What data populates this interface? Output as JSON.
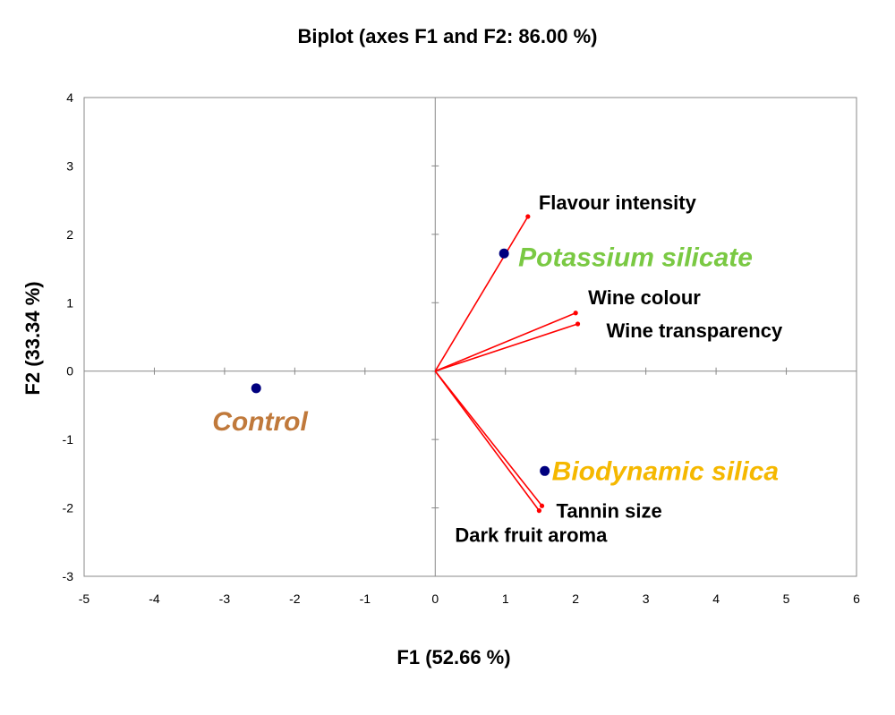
{
  "chart_data": {
    "type": "scatter",
    "subtype": "biplot",
    "title": "Biplot (axes F1 and F2: 86.00 %)",
    "xlabel": "F1 (52.66 %)",
    "ylabel": "F2 (33.34 %)",
    "xlim": [
      -5,
      6
    ],
    "ylim": [
      -3,
      4
    ],
    "xticks": [
      "-5",
      "-4",
      "-3",
      "-2",
      "-1",
      "0",
      "1",
      "2",
      "3",
      "4",
      "5",
      "6"
    ],
    "yticks": [
      "-3",
      "-2",
      "-1",
      "0",
      "1",
      "2",
      "3",
      "4"
    ],
    "grid": false,
    "legend": "none",
    "vector_color": "#ff0000",
    "point_color": "#00007f",
    "variables": [
      {
        "name": "Flavour intensity",
        "x": 1.32,
        "y": 2.26
      },
      {
        "name": "Wine colour",
        "x": 2.0,
        "y": 0.85
      },
      {
        "name": "Wine transparency",
        "x": 2.03,
        "y": 0.69
      },
      {
        "name": "Tannin size",
        "x": 1.52,
        "y": -1.97
      },
      {
        "name": "Dark fruit aroma",
        "x": 1.48,
        "y": -2.04
      }
    ],
    "observations": [
      {
        "name": "Potassium silicate",
        "x": 0.98,
        "y": 1.72,
        "color": "#7ac943"
      },
      {
        "name": "Control",
        "x": -2.55,
        "y": -0.25,
        "color": "#c0793b"
      },
      {
        "name": "Biodynamic silica",
        "x": 1.56,
        "y": -1.46,
        "color": "#f5b800"
      }
    ]
  }
}
